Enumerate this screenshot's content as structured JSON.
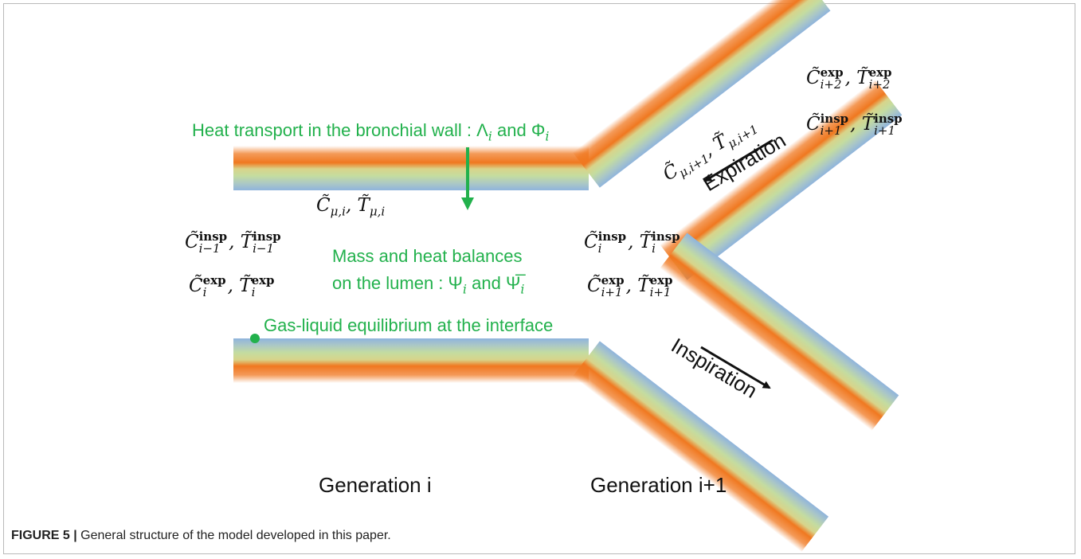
{
  "labels": {
    "heat_transport": "Heat transport in the bronchial wall : Λ",
    "heat_transport_sub1": "i",
    "heat_transport_and": " and Φ",
    "heat_transport_sub2": "i",
    "mass_heat_line1": "Mass and heat balances",
    "mass_heat_line2": "on the lumen : Ψ",
    "mass_heat_sub1": "i",
    "mass_heat_and": " and Ψ̅",
    "mass_heat_sub2": "i",
    "gas_liquid": "Gas-liquid equilibrium at the interface",
    "expiration": "Expiration",
    "inspiration": "Inspiration",
    "generation_i": "Generation i",
    "generation_i1": "Generation i+1"
  },
  "math": {
    "c_mu_i": "C̃",
    "c_mu_i_sub": "μ,i",
    "t_mu_i": ", T̃",
    "t_mu_i_sub": "μ,i",
    "c_mu_i1": "C̃",
    "c_mu_i1_sub": "μ,i+1",
    "t_mu_i1": ", T̃",
    "t_mu_i1_sub": "μ,i+1",
    "c_im1_insp": "C̃",
    "c_im1_insp_sup": "insp",
    "c_im1_insp_sub": "i−1",
    "t_im1_insp": ", T̃",
    "t_im1_insp_sup": "insp",
    "t_im1_insp_sub": "i−1",
    "c_i_exp": "C̃",
    "c_i_exp_sup": "exp",
    "c_i_exp_sub": "i",
    "t_i_exp": ", T̃",
    "t_i_exp_sup": "exp",
    "t_i_exp_sub": "i",
    "c_i_insp": "C̃",
    "c_i_insp_sup": "insp",
    "c_i_insp_sub": "i",
    "t_i_insp": ", T̃",
    "t_i_insp_sup": "insp",
    "t_i_insp_sub": "i",
    "c_ip1_exp": "C̃",
    "c_ip1_exp_sup": "exp",
    "c_ip1_exp_sub": "i+1",
    "t_ip1_exp": ", T̃",
    "t_ip1_exp_sup": "exp",
    "t_ip1_exp_sub": "i+1",
    "c_ip2_exp": "C̃",
    "c_ip2_exp_sup": "exp",
    "c_ip2_exp_sub": "i+2",
    "t_ip2_exp": ", T̃",
    "t_ip2_exp_sup": "exp",
    "t_ip2_exp_sub": "i+2",
    "c_ip1_insp": "C̃",
    "c_ip1_insp_sup": "insp",
    "c_ip1_insp_sub": "i+1",
    "t_ip1_insp": ", T̃",
    "t_ip1_insp_sup": "insp",
    "t_ip1_insp_sub": "i+1"
  },
  "caption": {
    "label": "FIGURE 5 |",
    "text": " General structure of the model developed in this paper."
  },
  "colors": {
    "wall_outer": "#f07820",
    "wall_middle": "#c9d89a",
    "wall_inner": "#8fb4dc",
    "annotation_green": "#22b14c",
    "arrow_black": "#111111"
  }
}
